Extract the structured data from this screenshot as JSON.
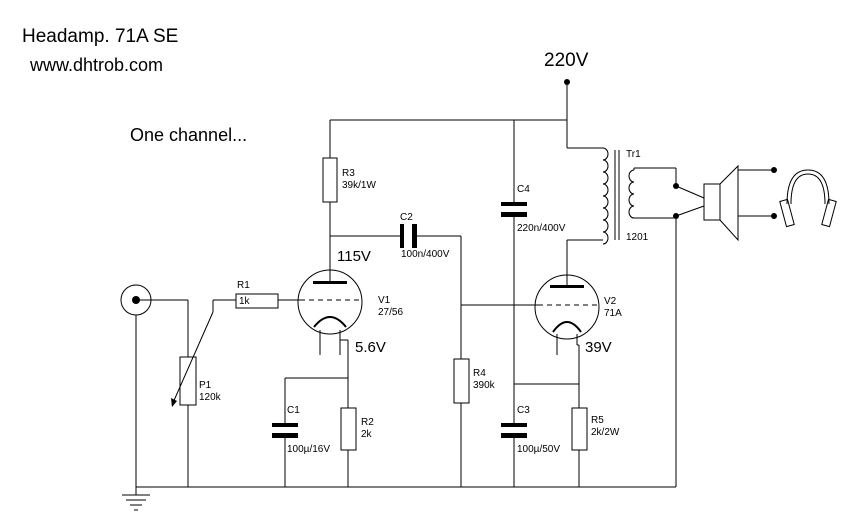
{
  "header": {
    "title": "Headamp. 71A SE",
    "url": "www.dhtrob.com",
    "note": "One channel..."
  },
  "voltages": {
    "mains": "220V",
    "v1_anode": "115V",
    "v1_filament": "5.6V",
    "v2_cathode": "39V"
  },
  "components": {
    "R1": {
      "ref": "R1",
      "value": "1k"
    },
    "R2": {
      "ref": "R2",
      "value": "2k"
    },
    "R3": {
      "ref": "R3",
      "value": "39k/1W"
    },
    "R4": {
      "ref": "R4",
      "value": "390k"
    },
    "R5": {
      "ref": "R5",
      "value": "2k/2W"
    },
    "P1": {
      "ref": "P1",
      "value": "120k"
    },
    "C1": {
      "ref": "C1",
      "value": "100µ/16V"
    },
    "C2": {
      "ref": "C2",
      "value": "100n/400V"
    },
    "C3": {
      "ref": "C3",
      "value": "100µ/50V"
    },
    "C4": {
      "ref": "C4",
      "value": "220n/400V"
    },
    "V1": {
      "ref": "V1",
      "value": "27/56"
    },
    "V2": {
      "ref": "V2",
      "value": "71A"
    },
    "Tr1": {
      "ref": "Tr1",
      "value": "1201"
    }
  },
  "colors": {
    "line": "#000000",
    "background": "#ffffff"
  }
}
